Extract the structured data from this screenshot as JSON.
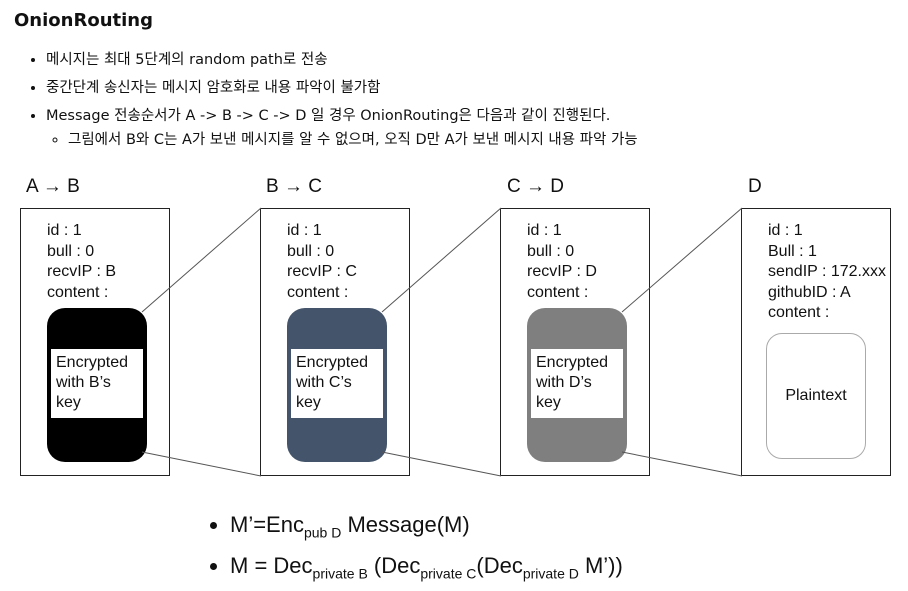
{
  "title": "OnionRouting",
  "bullets": [
    "메시지는 최대 5단계의 random path로 전송",
    "중간단계 송신자는 메시지 암호화로 내용 파악이 불가함",
    "Message 전송순서가 A -> B -> C -> D 일 경우 OnionRouting은 다음과 같이 진행된다."
  ],
  "sub_bullet": "그림에서 B와 C는 A가 보낸 메시지를 알 수 없으며, 오직 D만 A가 보낸 메시지 내용 파악 가능",
  "panels": [
    {
      "label": "A → B",
      "fields": [
        "id : 1",
        "bull : 0",
        "recvIP : B",
        "content :"
      ],
      "capsule_text": [
        "Encrypted",
        "with B’s",
        "key"
      ],
      "capsule_color": "#000000"
    },
    {
      "label": "B → C",
      "fields": [
        "id : 1",
        "bull : 0",
        "recvIP : C",
        "content :"
      ],
      "capsule_text": [
        "Encrypted",
        "with C’s",
        "key"
      ],
      "capsule_color": "#44546a"
    },
    {
      "label": "C → D",
      "fields": [
        "id : 1",
        "bull : 0",
        "recvIP : D",
        "content :"
      ],
      "capsule_text": [
        "Encrypted",
        "with D’s",
        "key"
      ],
      "capsule_color": "#7f7f7f"
    },
    {
      "label": "D",
      "fields": [
        "id : 1",
        "Bull : 1",
        "sendIP : 172.xxx",
        "githubID : A",
        "content :"
      ],
      "plaintext": "Plaintext"
    }
  ],
  "formula1": {
    "lhs": "M’=Enc",
    "sub": "pub D",
    "rest": " Message(M)"
  },
  "formula2": {
    "lhs": "M = Dec",
    "sub1": "private B",
    "mid1": " (Dec",
    "sub2": "private C",
    "mid2": "(Dec",
    "sub3": "private D",
    "end": " M’))"
  }
}
